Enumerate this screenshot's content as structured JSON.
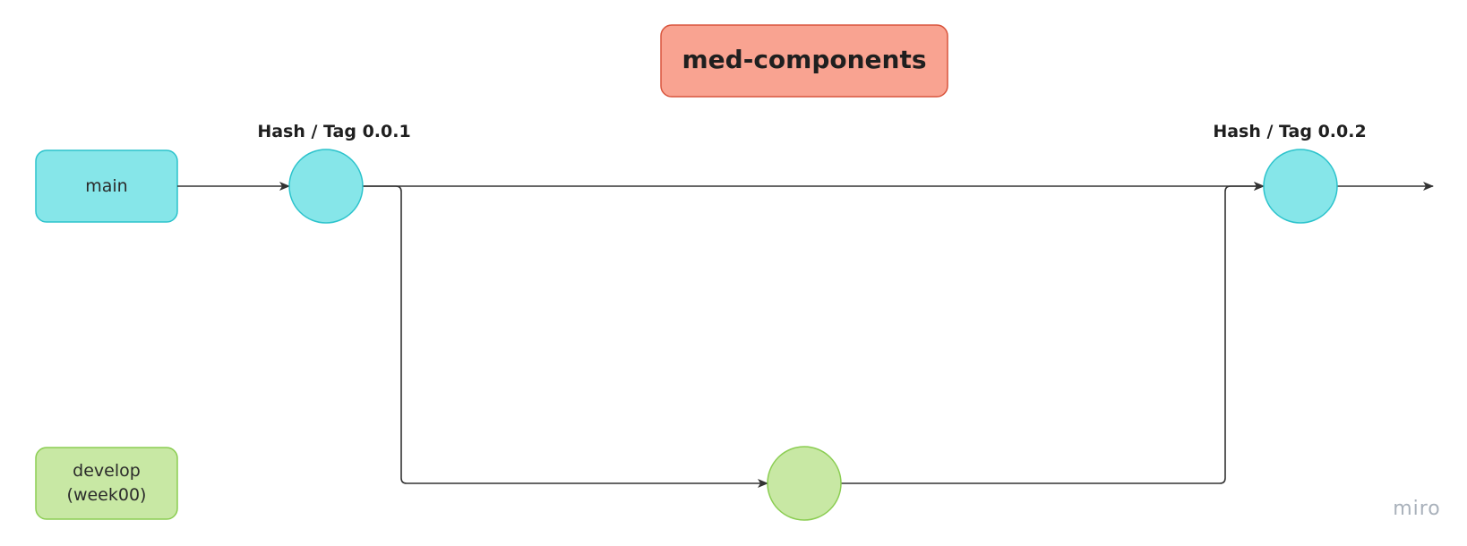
{
  "title": "med-components",
  "branches": {
    "main": "main",
    "develop_line1": "develop",
    "develop_line2": "(week00)"
  },
  "tags": {
    "first": "Hash / Tag 0.0.1",
    "second": "Hash / Tag 0.0.2"
  },
  "watermark": "miro",
  "colors": {
    "title_fill": "#f9a391",
    "title_stroke": "#d9553d",
    "main_fill": "#86e6e9",
    "main_stroke": "#2cc3cc",
    "develop_fill": "#c8e8a4",
    "develop_stroke": "#8bcd52",
    "edge": "#333333"
  }
}
